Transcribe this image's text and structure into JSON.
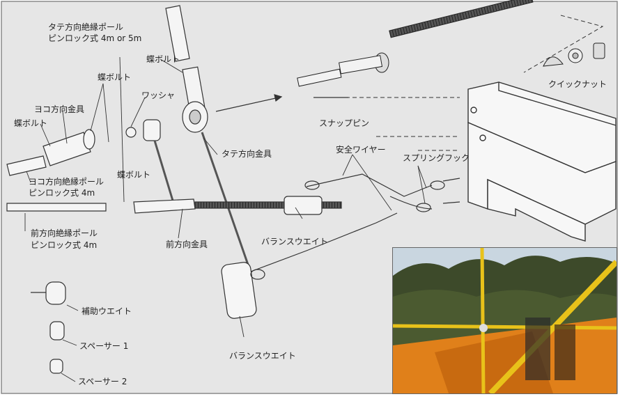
{
  "labels": {
    "tate_pole_line1": "タテ方向絶縁ポール",
    "tate_pole_line2": "ピンロック式 4m or 5m",
    "chou_bolt_top": "蝶ボルト",
    "chou_bolt_mid": "蝶ボルト",
    "chou_bolt_left": "蝶ボルト",
    "chou_bolt_front": "蝶ボルト",
    "yoko_kanagu": "ヨコ方向金具",
    "washer": "ワッシャ",
    "tate_kanagu": "タテ方向金具",
    "snap_pin": "スナップピン",
    "quick_nut": "クイックナット",
    "safety_wire": "安全ワイヤー",
    "spring_hook": "スプリングフック",
    "yoko_pole_line1": "ヨコ方向絶縁ポール",
    "yoko_pole_line2": "ピンロック式 4m",
    "mae_pole_line1": "前方向絶縁ポール",
    "mae_pole_line2": "ピンロック式 4m",
    "mae_kanagu": "前方向金具",
    "balance_weight_1": "バランスウエイト",
    "balance_weight_2": "バランスウエイト",
    "hojo_weight": "補助ウエイト",
    "spacer1": "スペーサー 1",
    "spacer2": "スペーサー 2"
  },
  "colors": {
    "background": "#e6e6e6",
    "border": "#8a8a8a",
    "line": "#333333",
    "part_fill": "#f4f4f4",
    "rail_yellow": "#e8c21a",
    "machine_orange": "#e0801a",
    "sky": "#c9d6e0",
    "trees": "#3d4a2a"
  }
}
